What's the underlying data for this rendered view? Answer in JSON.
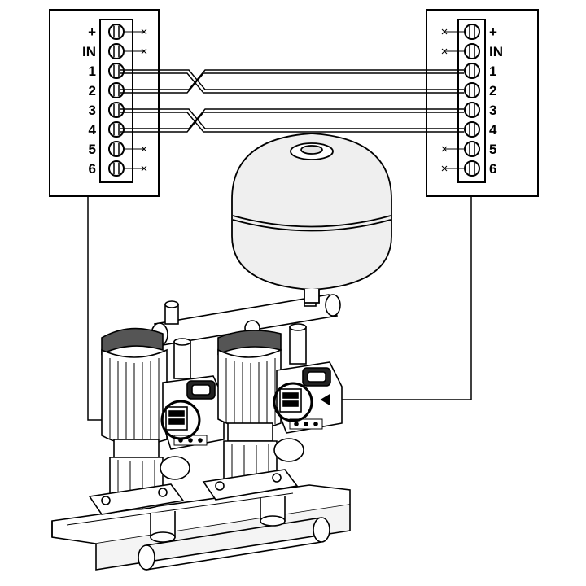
{
  "left_panel": {
    "terminals": [
      {
        "label": "+",
        "connected": false
      },
      {
        "label": "IN",
        "connected": false
      },
      {
        "label": "1",
        "connected": true
      },
      {
        "label": "2",
        "connected": true
      },
      {
        "label": "3",
        "connected": true
      },
      {
        "label": "4",
        "connected": true
      },
      {
        "label": "5",
        "connected": false
      },
      {
        "label": "6",
        "connected": false
      }
    ]
  },
  "right_panel": {
    "terminals": [
      {
        "label": "+",
        "connected": false
      },
      {
        "label": "IN",
        "connected": false
      },
      {
        "label": "1",
        "connected": true
      },
      {
        "label": "2",
        "connected": true
      },
      {
        "label": "3",
        "connected": true
      },
      {
        "label": "4",
        "connected": true
      },
      {
        "label": "5",
        "connected": false
      },
      {
        "label": "6",
        "connected": false
      }
    ]
  },
  "wiring": {
    "crossed_pairs": [
      [
        "1",
        "2"
      ],
      [
        "3",
        "4"
      ]
    ]
  },
  "colors": {
    "line": "#000000",
    "tank_fill": "#eeeeee",
    "background": "#ffffff"
  }
}
